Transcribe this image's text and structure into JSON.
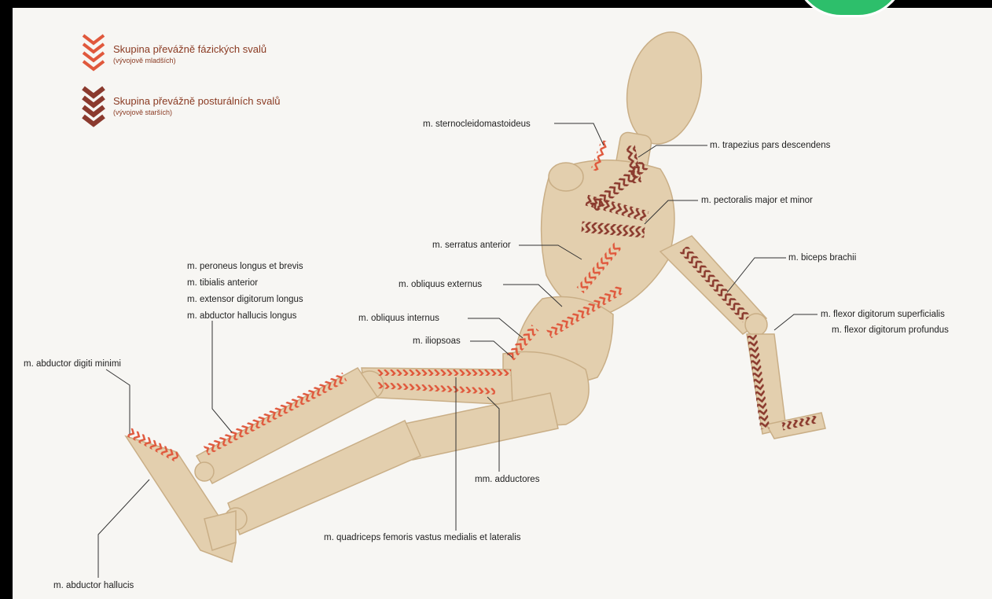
{
  "legend": {
    "phasic": {
      "title": "Skupina převážně fázických svalů",
      "subtitle": "(vývojově mladších)",
      "color": "#e0583c"
    },
    "postural": {
      "title": "Skupina převážně posturálních svalů",
      "subtitle": "(vývojově starších)",
      "color": "#8b3a2e"
    }
  },
  "labels": {
    "sternocleidomastoideus": "m. sternocleidomastoideus",
    "trapezius": "m. trapezius pars descendens",
    "pectoralis": "m. pectoralis major et minor",
    "serratus": "m. serratus anterior",
    "biceps": "m. biceps brachii",
    "obliquus_externus": "m. obliquus externus",
    "obliquus_internus": "m. obliquus internus",
    "iliopsoas": "m. iliopsoas",
    "flexor_superficialis": "m. flexor digitorum superficialis",
    "flexor_profundus": "m. flexor digitorum profundus",
    "peroneus": "m. peroneus longus et brevis",
    "tibialis": "m. tibialis anterior",
    "extensor": "m. extensor digitorum longus",
    "abductor_hallucis_longus": "m. abductor hallucis longus",
    "abductor_digiti_minimi": "m. abductor digiti minimi",
    "adductores": "mm. adductores",
    "quadriceps": "m. quadriceps femoris vastus medialis et lateralis",
    "abductor_hallucis": "m. abductor hallucis"
  },
  "colors": {
    "wood": "#e3cfae",
    "wood_shadow": "#c9ae86",
    "phasic": "#e0583c",
    "postural": "#8b3a2e",
    "leader": "#333333"
  }
}
